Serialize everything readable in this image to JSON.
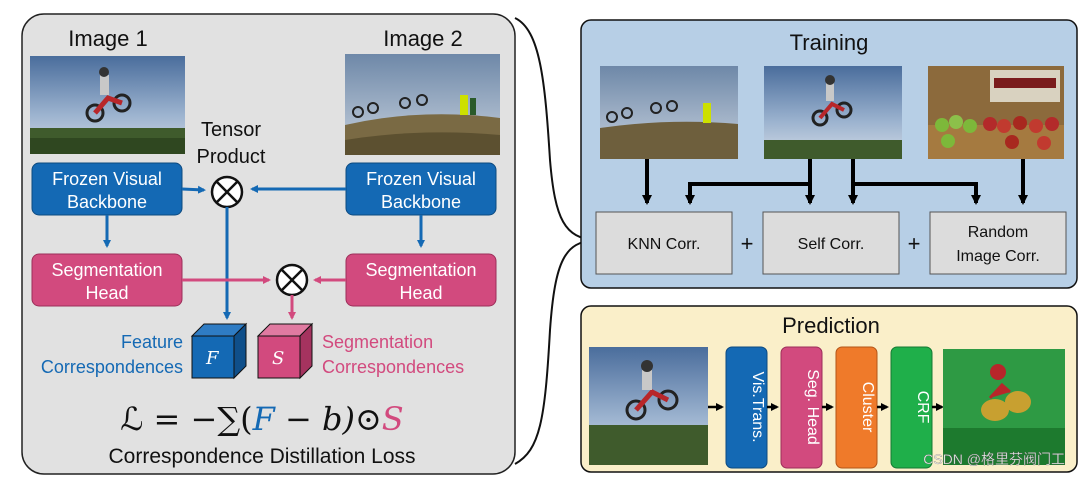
{
  "left_panel": {
    "image1_label": "Image 1",
    "image2_label": "Image 2",
    "tensor_label_line1": "Tensor",
    "tensor_label_line2": "Product",
    "backbone_line1": "Frozen Visual",
    "backbone_line2": "Backbone",
    "seghead_line1": "Segmentation",
    "seghead_line2": "Head",
    "feature_line1": "Feature",
    "feature_line2": "Correspondences",
    "seg_corr_line1": "Segmentation",
    "seg_corr_line2": "Correspondences",
    "cube_f_letter": "F",
    "cube_s_letter": "S",
    "loss_formula_prefix": "ℒ = −∑(",
    "loss_formula_F": "F",
    "loss_formula_middle": " − b)⊙",
    "loss_formula_S": "S",
    "loss_caption": "Correspondence Distillation Loss",
    "tensor_symbol": "⊗"
  },
  "training_panel": {
    "title": "Training",
    "knn_label": "KNN Corr.",
    "self_label": "Self Corr.",
    "random_line1": "Random",
    "random_line2": "Image Corr.",
    "plus": "+"
  },
  "prediction_panel": {
    "title": "Prediction",
    "stages": [
      "Vis.Trans.",
      "Seg. Head",
      "Cluster",
      "CRF"
    ]
  },
  "watermark": "CSDN @格里芬阀门工",
  "colors": {
    "backbone_blue": "#1469b4",
    "seg_pink": "#d24a7e",
    "cluster_orange": "#ef7a2a",
    "crf_green": "#1faf4a",
    "left_bg": "#e1e1e1",
    "training_bg": "#b7cfe6",
    "prediction_bg": "#faefc9"
  }
}
